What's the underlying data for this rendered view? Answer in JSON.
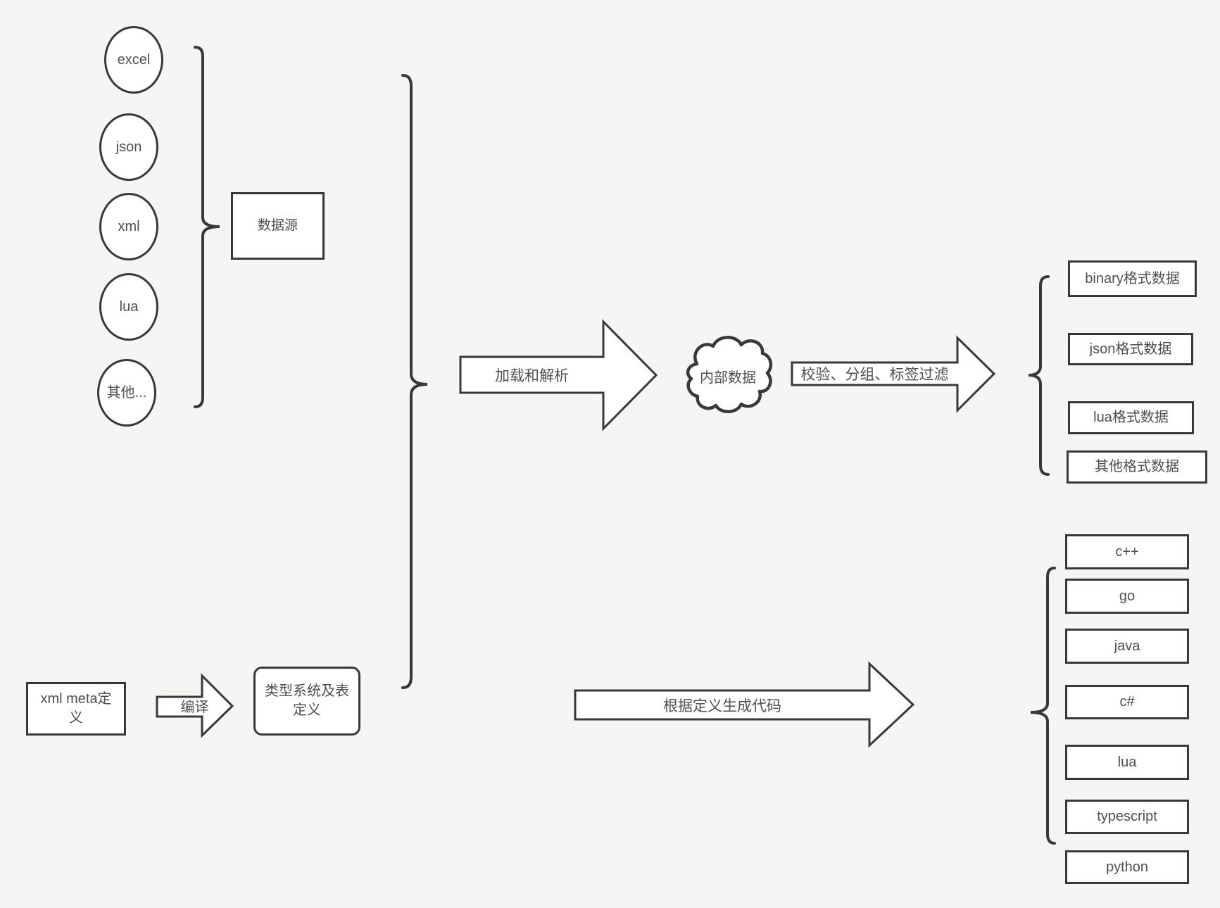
{
  "canvas": {
    "background_color": "#f5f5f3",
    "stroke_color": "#383838",
    "text_color": "#4f4f4f"
  },
  "sources": {
    "items": [
      "excel",
      "json",
      "xml",
      "lua",
      "其他..."
    ],
    "group_label": "数据源"
  },
  "flow": {
    "load_arrow_label": "加载和解析",
    "cloud_label": "内部数据",
    "filter_arrow_label": "校验、分组、标签过滤",
    "output_formats": [
      "binary格式数据",
      "json格式数据",
      "lua格式数据",
      "其他格式数据"
    ]
  },
  "definition": {
    "meta_box_line1": "xml meta定",
    "meta_box_line2": "义",
    "compile_arrow_label": "编译",
    "type_box_line1": "类型系统及表",
    "type_box_line2": "定义",
    "codegen_arrow_label": "根据定义生成代码",
    "languages": [
      "c++",
      "go",
      "java",
      "c#",
      "lua",
      "typescript",
      "python"
    ]
  }
}
